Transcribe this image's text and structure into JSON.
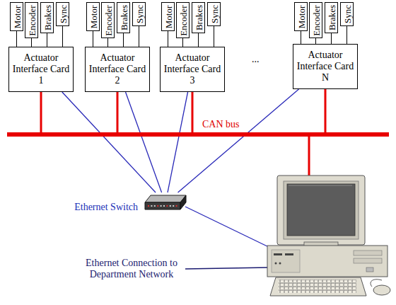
{
  "diagram": {
    "nodes": [
      {
        "text": [
          "Motor"
        ]
      },
      {
        "text": [
          "Encoder"
        ]
      },
      {
        "text": [
          "Brakes"
        ]
      },
      {
        "text": [
          "Sync"
        ]
      },
      {
        "text": [
          "Motor"
        ]
      },
      {
        "text": [
          "Encoder"
        ]
      },
      {
        "text": [
          "Brakes"
        ]
      },
      {
        "text": [
          "Sync"
        ]
      },
      {
        "text": [
          "Motor"
        ]
      },
      {
        "text": [
          "Encoder"
        ]
      },
      {
        "text": [
          "Brakes"
        ]
      },
      {
        "text": [
          "Sync"
        ]
      },
      {
        "text": [
          "Motor"
        ]
      },
      {
        "text": [
          "Encoder"
        ]
      },
      {
        "text": [
          "Brakes"
        ]
      },
      {
        "text": [
          "Sync"
        ]
      },
      {
        "text": [
          "Actuator Interface Card 1"
        ]
      },
      {
        "text": [
          "Actuator Interface Card 2"
        ]
      },
      {
        "text": [
          "Actuator Interface Card 3"
        ]
      },
      {
        "text": [
          "Actuator Interface Card N"
        ]
      },
      {
        "text": [
          "CAN bus"
        ]
      },
      {
        "text": [
          "Ethernet Switch"
        ]
      }
    ],
    "edges": [
      {
        "from": 0,
        "to": 16,
        "arrow": "none"
      },
      {
        "from": 1,
        "to": 16,
        "arrow": "none"
      },
      {
        "from": 2,
        "to": 16,
        "arrow": "none"
      },
      {
        "from": 3,
        "to": 16,
        "arrow": "none"
      },
      {
        "from": 4,
        "to": 17,
        "arrow": "none"
      },
      {
        "from": 5,
        "to": 17,
        "arrow": "none"
      },
      {
        "from": 6,
        "to": 17,
        "arrow": "none"
      },
      {
        "from": 7,
        "to": 17,
        "arrow": "none"
      },
      {
        "from": 8,
        "to": 18,
        "arrow": "none"
      },
      {
        "from": 9,
        "to": 18,
        "arrow": "none"
      },
      {
        "from": 10,
        "to": 18,
        "arrow": "none"
      },
      {
        "from": 11,
        "to": 18,
        "arrow": "none"
      },
      {
        "from": 12,
        "to": 19,
        "arrow": "none"
      },
      {
        "from": 13,
        "to": 19,
        "arrow": "none"
      },
      {
        "from": 14,
        "to": 19,
        "arrow": "none"
      },
      {
        "from": 15,
        "to": 19,
        "arrow": "none"
      },
      {
        "from": 16,
        "to": 20,
        "arrow": "none"
      },
      {
        "from": 17,
        "to": 20,
        "arrow": "none"
      },
      {
        "from": 18,
        "to": 20,
        "arrow": "none"
      },
      {
        "from": 19,
        "to": 20,
        "arrow": "none"
      },
      {
        "from": 16,
        "to": 21,
        "arrow": "none"
      },
      {
        "from": 17,
        "to": 21,
        "arrow": "none"
      },
      {
        "from": 18,
        "to": 21,
        "arrow": "none"
      },
      {
        "from": 19,
        "to": 21,
        "arrow": "none"
      }
    ],
    "labels": [
      "...",
      "Ethernet Connection to Department Network"
    ]
  }
}
